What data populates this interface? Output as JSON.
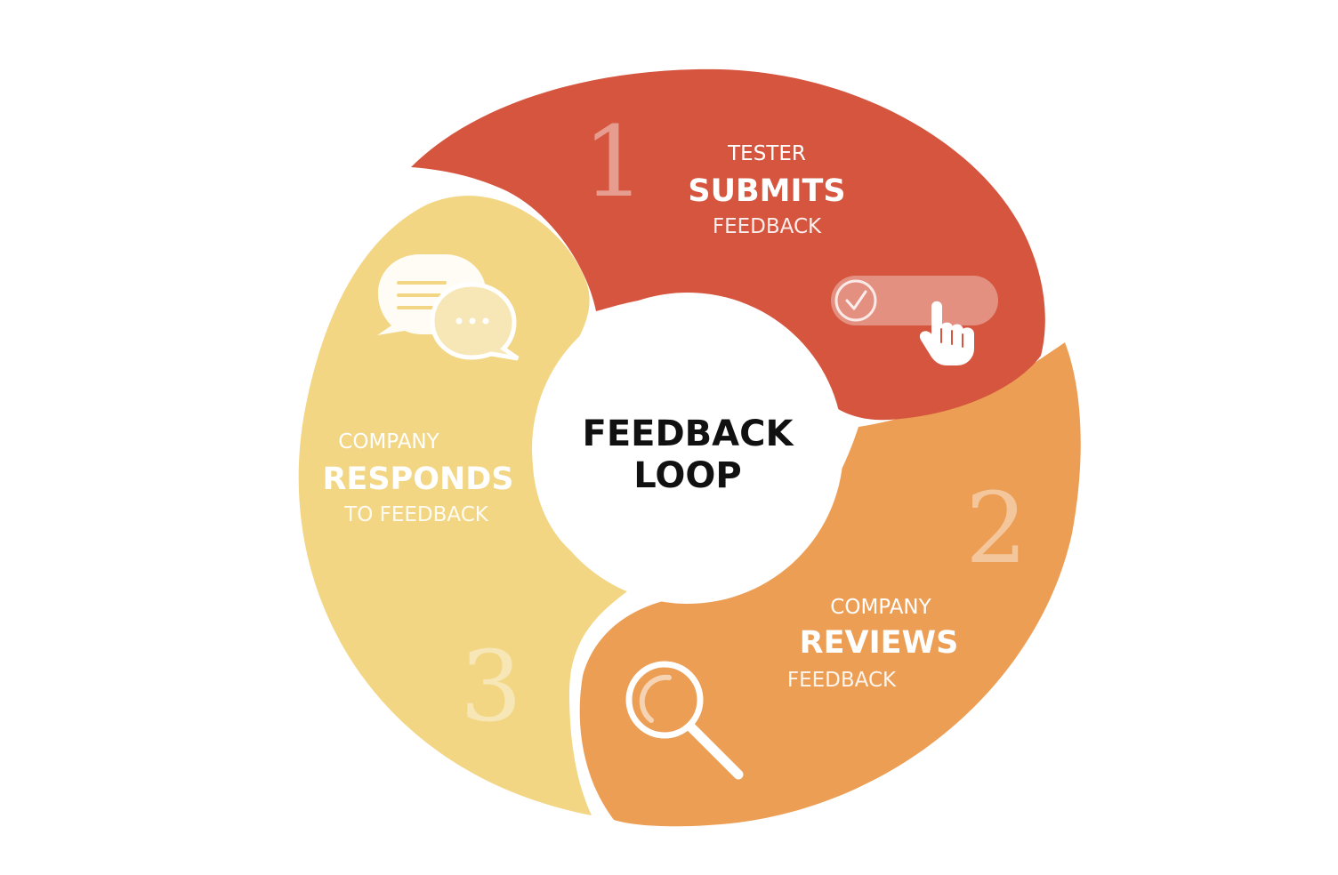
{
  "center": {
    "line1": "FEEDBACK",
    "line2": "LOOP"
  },
  "steps": [
    {
      "number": "1",
      "line1": "TESTER",
      "line2": "SUBMITS",
      "line3": "FEEDBACK",
      "icon": "toggle-click-icon"
    },
    {
      "number": "2",
      "line1": "COMPANY",
      "line2": "REVIEWS",
      "line3": "FEEDBACK",
      "icon": "magnifier-icon"
    },
    {
      "number": "3",
      "line1": "COMPANY",
      "line2": "RESPONDS",
      "line3": "TO FEEDBACK",
      "icon": "chat-bubbles-icon"
    }
  ],
  "colors": {
    "step1": "#D5553E",
    "step2": "#EC9E55",
    "step3": "#F2D683",
    "center": "#FFFFFF",
    "text_center": "#111111"
  }
}
